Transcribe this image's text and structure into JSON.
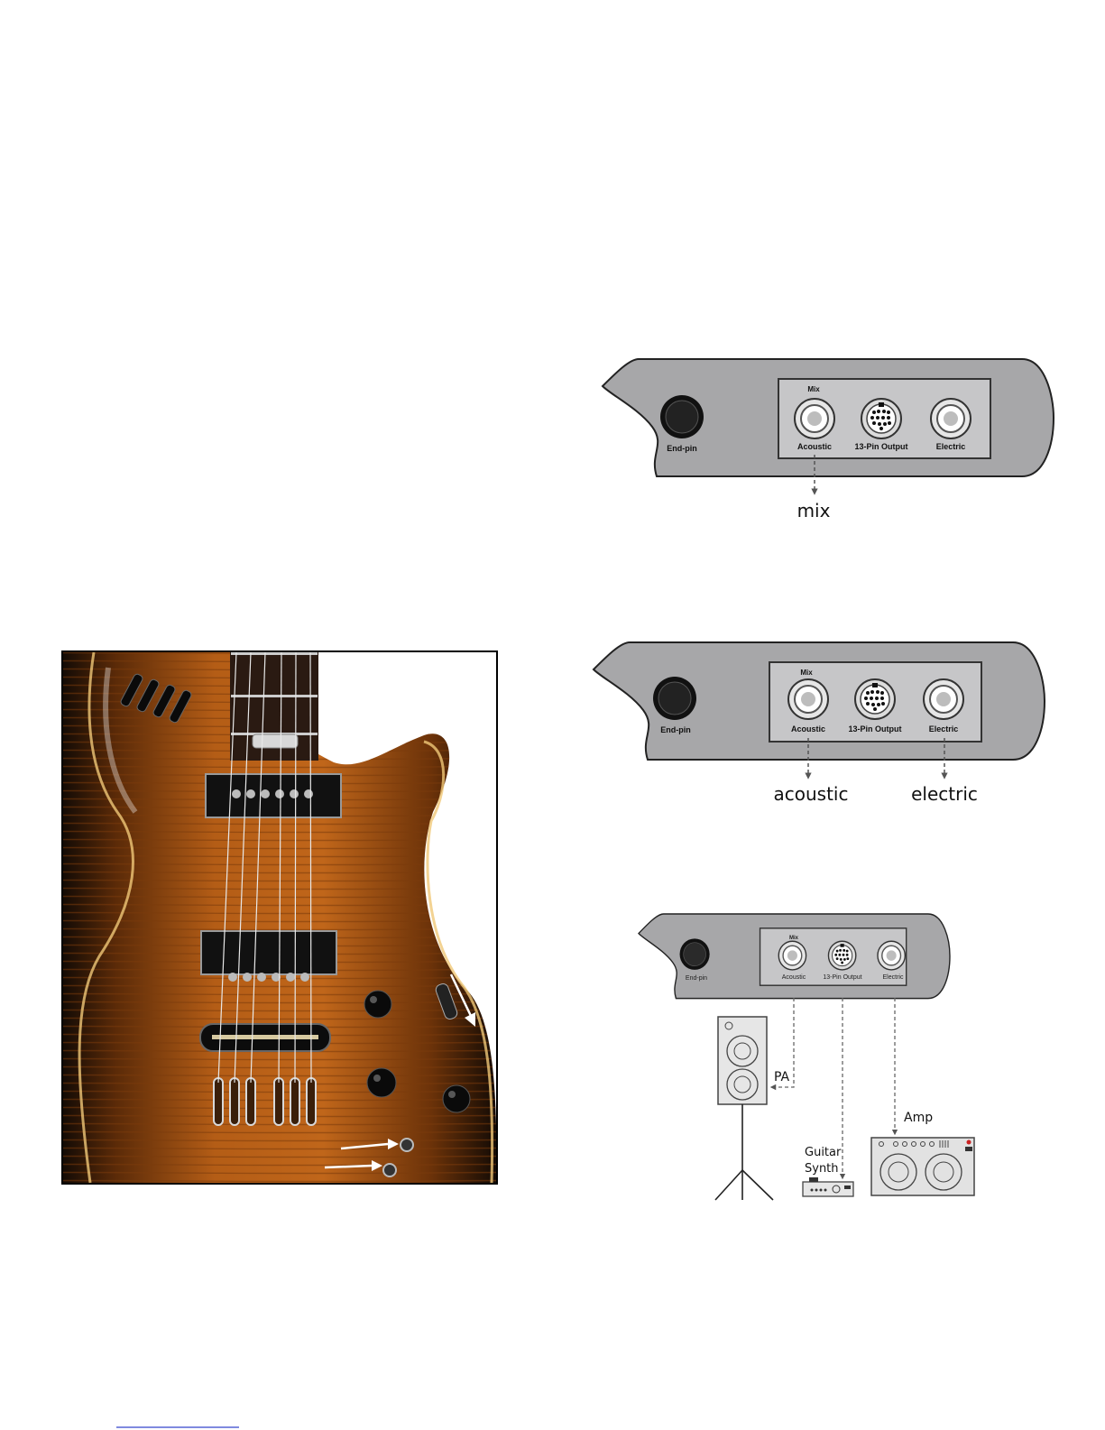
{
  "jack_panel": {
    "endpin_label": "End-pin",
    "mix_label": "Mix",
    "acoustic_label": "Acoustic",
    "pin13_label": "13-Pin Output",
    "electric_label": "Electric"
  },
  "diagram1": {
    "output_caption": "mix"
  },
  "diagram2": {
    "acoustic_caption": "acoustic",
    "electric_caption": "electric"
  },
  "diagram3": {
    "pa_label": "PA",
    "synth_label_line1": "Guitar",
    "synth_label_line2": "Synth",
    "amp_label": "Amp"
  },
  "colors": {
    "panel_fill": "#a7a7a9",
    "panel_inner": "#c6c6c8",
    "guitar_sunburst": "#c0661a",
    "guitar_edge": "#140b05"
  }
}
